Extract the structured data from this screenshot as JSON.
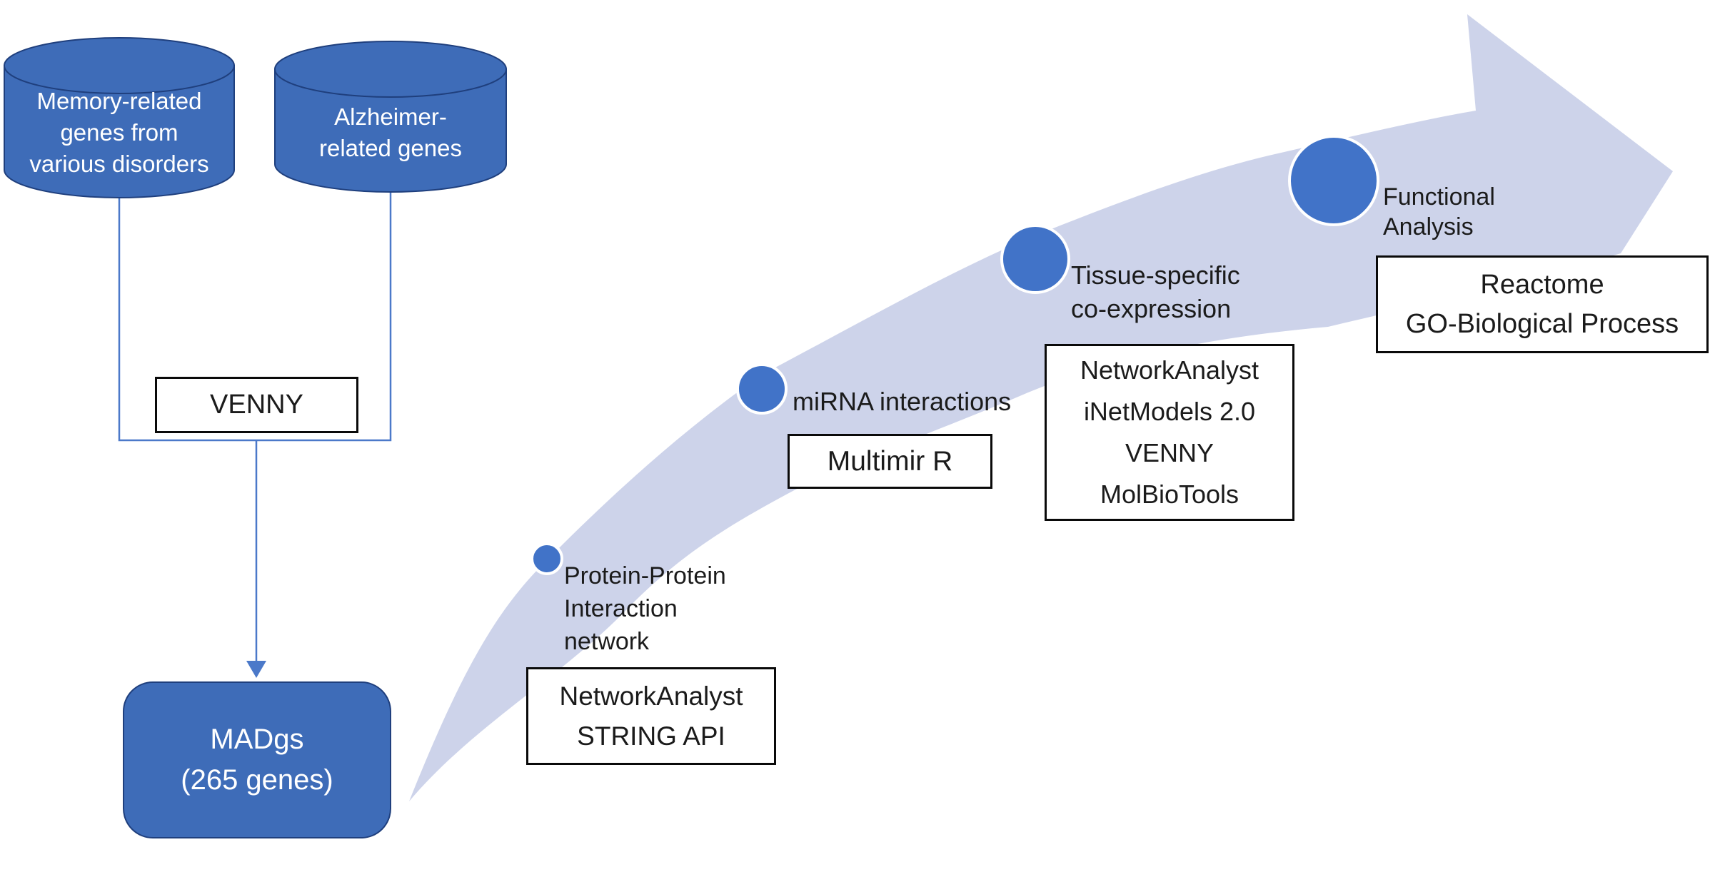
{
  "colors": {
    "shape_fill": "#3E6CB8",
    "shape_border": "#1F3F7D",
    "circle_fill": "#4173C8",
    "band_fill": "#CDD3EA",
    "connector": "#4B79C9",
    "box_border": "#0A0A0A",
    "label_text": "#1B1B1B",
    "shape_text": "#FFFFFF"
  },
  "diagram": {
    "inputs": [
      {
        "lines": [
          "Memory-related",
          "genes from",
          "various disorders"
        ]
      },
      {
        "lines": [
          "Alzheimer-",
          "related genes"
        ]
      }
    ],
    "merge": {
      "tool": "VENNY"
    },
    "result": {
      "lines": [
        "MADgs",
        "(265 genes)"
      ]
    },
    "steps": [
      {
        "label_lines": [
          "Protein-Protein",
          "Interaction",
          "network"
        ],
        "tools": [
          "NetworkAnalyst",
          "STRING API"
        ]
      },
      {
        "label_lines": [
          "miRNA interactions"
        ],
        "tools": [
          "Multimir R"
        ]
      },
      {
        "label_lines": [
          "Tissue-specific",
          "co-expression"
        ],
        "tools": [
          "NetworkAnalyst",
          "iNetModels 2.0",
          "VENNY",
          "MolBioTools"
        ]
      },
      {
        "label_lines": [
          "Functional",
          "Analysis"
        ],
        "tools": [
          "Reactome",
          "GO-Biological Process"
        ]
      }
    ]
  }
}
